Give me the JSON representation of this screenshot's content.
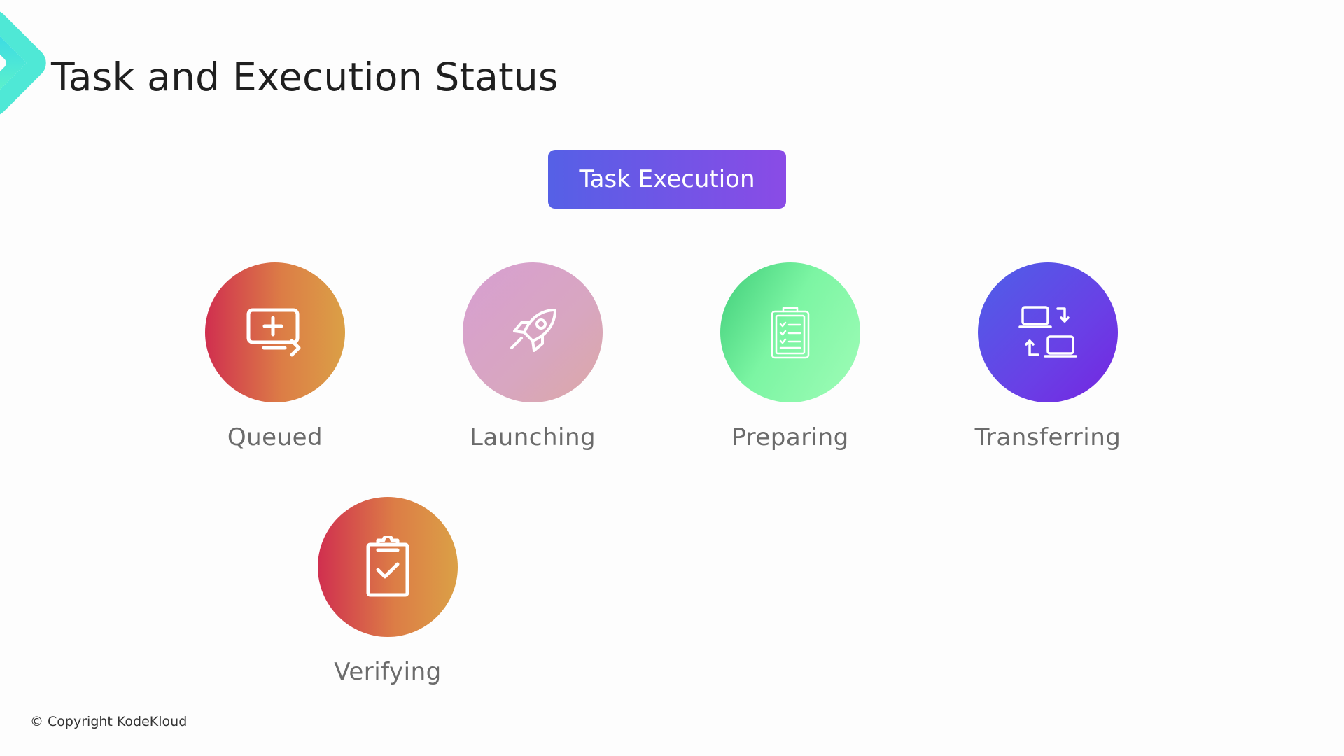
{
  "slide": {
    "title": "Task and Execution Status",
    "header_box": "Task Execution",
    "statuses": [
      {
        "label": "Queued",
        "icon": "monitor-add-icon"
      },
      {
        "label": "Launching",
        "icon": "rocket-icon"
      },
      {
        "label": "Preparing",
        "icon": "clipboard-list-icon"
      },
      {
        "label": "Transferring",
        "icon": "laptops-transfer-icon"
      },
      {
        "label": "Verifying",
        "icon": "clipboard-check-icon"
      }
    ],
    "copyright": "© Copyright KodeKloud"
  },
  "colors": {
    "accent_teal": "#4fe8d6",
    "pill_start": "#5560e6",
    "pill_end": "#8a4be6",
    "orange_start": "#d02f4f",
    "orange_end": "#dba046",
    "pink": "#d8a6c0",
    "green": "#7cf5a3",
    "purple": "#6940e6"
  }
}
